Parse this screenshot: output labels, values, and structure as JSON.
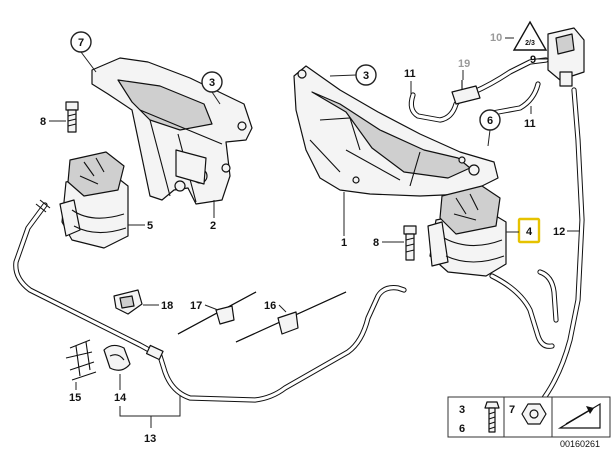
{
  "callouts": {
    "c1": "1",
    "c2": "2",
    "c3a": "3",
    "c3b": "3",
    "c4": "4",
    "c5": "5",
    "c6": "6",
    "c7": "7",
    "c8a": "8",
    "c8b": "8",
    "c9": "9",
    "c10": "10",
    "c11a": "11",
    "c11b": "11",
    "c12": "12",
    "c13": "13",
    "c14": "14",
    "c15": "15",
    "c16": "16",
    "c17": "17",
    "c18": "18",
    "c19": "19"
  },
  "legend_box": {
    "n3": "3",
    "n6": "6",
    "n7": "7"
  },
  "reference_number": "00160261",
  "colors": {
    "highlight": "#e6c200",
    "inactive_callout": "#9a9a9a"
  }
}
